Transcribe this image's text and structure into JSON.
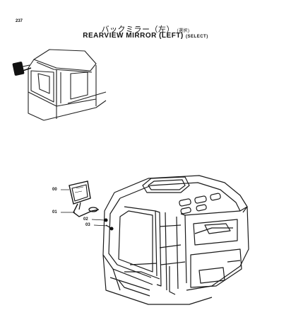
{
  "header": {
    "page_number": "237",
    "title_jp": "バックミラー（左）",
    "title_jp_suffix": "(選択)",
    "title_en": "REARVIEW MIRROR (LEFT)",
    "title_en_suffix": "(SELECT)"
  },
  "callouts": [
    "00",
    "01",
    "02",
    "03"
  ]
}
